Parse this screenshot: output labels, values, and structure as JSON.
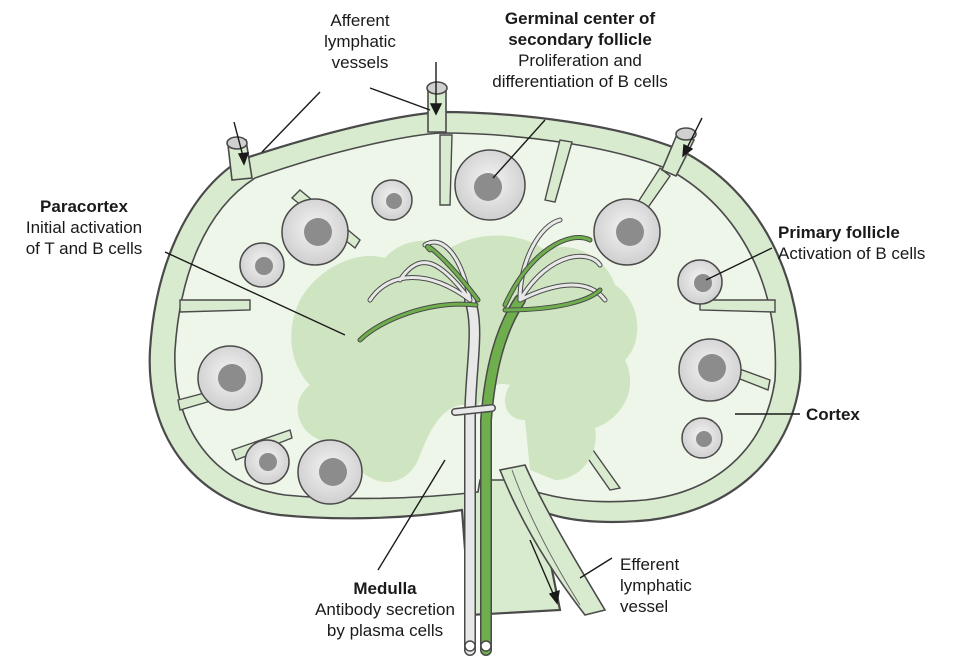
{
  "labels": {
    "afferent": "Afferent lymphatic vessels",
    "germinal_title_1": "Germinal center of",
    "germinal_title_2": "secondary follicle",
    "germinal_desc_1": "Proliferation and",
    "germinal_desc_2": "differentiation of B cells",
    "paracortex_title": "Paracortex",
    "paracortex_desc_1": "Initial activation",
    "paracortex_desc_2": "of T and B cells",
    "primary_title": "Primary follicle",
    "primary_desc": "Activation of B cells",
    "cortex_title": "Cortex",
    "medulla_title": "Medulla",
    "medulla_desc_1": "Antibody secretion",
    "medulla_desc_2": "by plasma cells",
    "efferent": "Efferent lymphatic vessel"
  },
  "afferent_lines": [
    "Afferent",
    "lymphatic",
    "vessels"
  ],
  "efferent_lines": [
    "Efferent",
    "lymphatic",
    "vessel"
  ],
  "colors": {
    "capsule_fill": "#d9ebcf",
    "cortex_fill": "#eef6ea",
    "paracortex_fill": "#cfe5c2",
    "outline": "#4a4a4a",
    "follicle_outer": "#d9d9d9",
    "follicle_inner": "#8c8c8c",
    "artery": "#6fae4c",
    "vein": "#e8e8e8"
  },
  "icons": [
    "afferent-arrow-icon",
    "efferent-arrow-icon"
  ]
}
